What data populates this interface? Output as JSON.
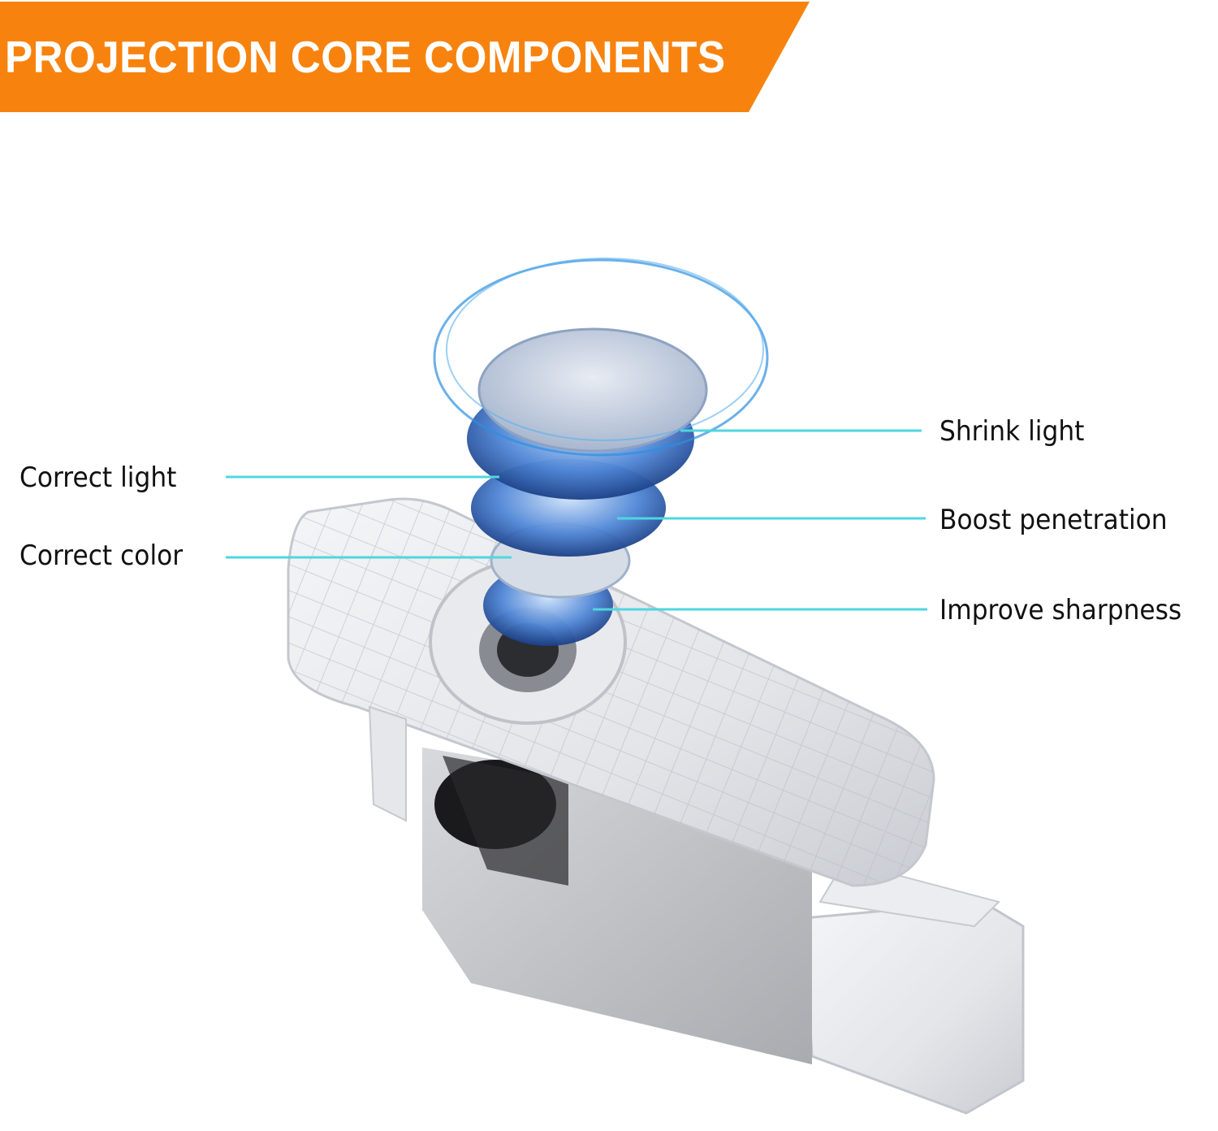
{
  "banner": {
    "title": "PROJECTION CORE COMPONENTS",
    "color": "#F7830E"
  },
  "callouts": {
    "left": [
      {
        "label": "Correct light"
      },
      {
        "label": "Correct color"
      }
    ],
    "right": [
      {
        "label": "Shrink light"
      },
      {
        "label": "Boost penetration"
      },
      {
        "label": "Improve sharpness"
      }
    ],
    "line_color": "#4FD6DF"
  }
}
